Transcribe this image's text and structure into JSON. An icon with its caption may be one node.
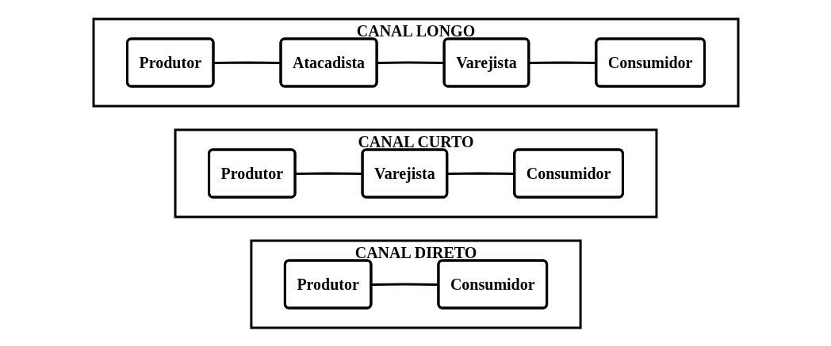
{
  "diagram": {
    "nodes": [
      {
        "text": [
          "CANAL DIRETO"
        ]
      },
      {
        "text": [
          "Produtor"
        ],
        "in": 0
      },
      {
        "text": [
          "Consumidor"
        ],
        "in": 0
      },
      {
        "text": [
          "CANAL CURTO"
        ]
      },
      {
        "text": [
          "Produtor"
        ],
        "in": 3
      },
      {
        "text": [
          "Varejista"
        ],
        "in": 3
      },
      {
        "text": [
          "Consumidor"
        ],
        "in": 3
      },
      {
        "text": [
          "CANAL LONGO"
        ]
      },
      {
        "text": [
          "Produtor"
        ],
        "in": 7
      },
      {
        "text": [
          "Atacadista"
        ],
        "in": 7
      },
      {
        "text": [
          "Varejista"
        ],
        "in": 7
      },
      {
        "text": [
          "Consumidor"
        ],
        "in": 7
      }
    ],
    "edges": [
      {
        "from": 1,
        "to": 2,
        "arrow": "none"
      },
      {
        "from": 4,
        "to": 5,
        "arrow": "none"
      },
      {
        "from": 5,
        "to": 6,
        "arrow": "none"
      },
      {
        "from": 8,
        "to": 9,
        "arrow": "none"
      },
      {
        "from": 9,
        "to": 10,
        "arrow": "none"
      },
      {
        "from": 10,
        "to": 11,
        "arrow": "none"
      }
    ]
  }
}
